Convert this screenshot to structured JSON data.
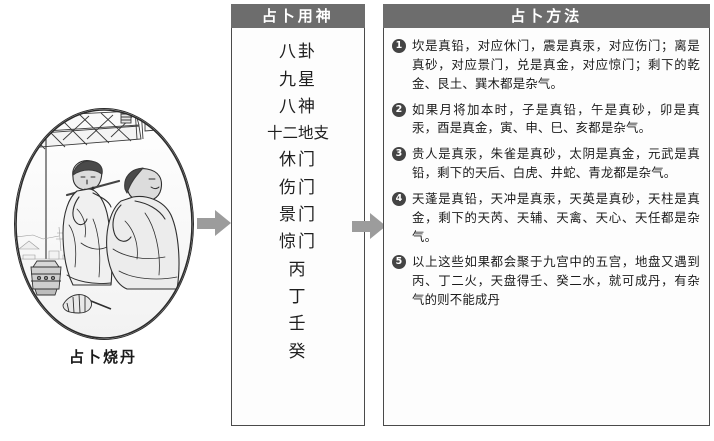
{
  "illustration": {
    "caption": "占卜烧丹",
    "scene_icons": [
      "flute-player-figure",
      "seated-figure",
      "hanging-lantern",
      "window-lattice",
      "landscape-view"
    ]
  },
  "arrows": [
    {
      "name": "arrow-illustration-to-deities",
      "direction": "right"
    },
    {
      "name": "arrow-deities-to-methods",
      "direction": "right"
    }
  ],
  "deities_panel": {
    "title": "占卜用神",
    "items": [
      "八卦",
      "九星",
      "八神",
      "十二地支",
      "休门",
      "伤门",
      "景门",
      "惊门",
      "丙",
      "丁",
      "壬",
      "癸"
    ]
  },
  "methods_panel": {
    "title": "占卜方法",
    "items": [
      {
        "num": "1",
        "text": "坎是真铅，对应休门，震是真汞，对应伤门；离是真砂，对应景门，兑是真金，对应惊门；剩下的乾金、艮土、巽木都是杂气。"
      },
      {
        "num": "2",
        "text": "如果月将加本时，子是真铅，午是真砂，卯是真汞，酉是真金，寅、申、巳、亥都是杂气。"
      },
      {
        "num": "3",
        "text": "贵人是真汞，朱雀是真砂，太阴是真金，元武是真铅，剩下的天后、白虎、井蛇、青龙都是杂气。"
      },
      {
        "num": "4",
        "text": "天蓬是真铅，天冲是真汞，天英是真砂，天柱是真金，剩下的天芮、天辅、天禽、天心、天任都是杂气。"
      },
      {
        "num": "5",
        "text": "以上这些如果都会聚于九宫中的五宫，地盘又遇到丙、丁二火，天盘得壬、癸二水，就可成丹，有杂气的则不能成丹"
      }
    ]
  },
  "colors": {
    "header_bg": "#6d6d6d",
    "header_text": "#ffffff",
    "panel_border": "#4a4a4a",
    "arrow": "#9c9c9c",
    "bullet_bg": "#444444"
  }
}
